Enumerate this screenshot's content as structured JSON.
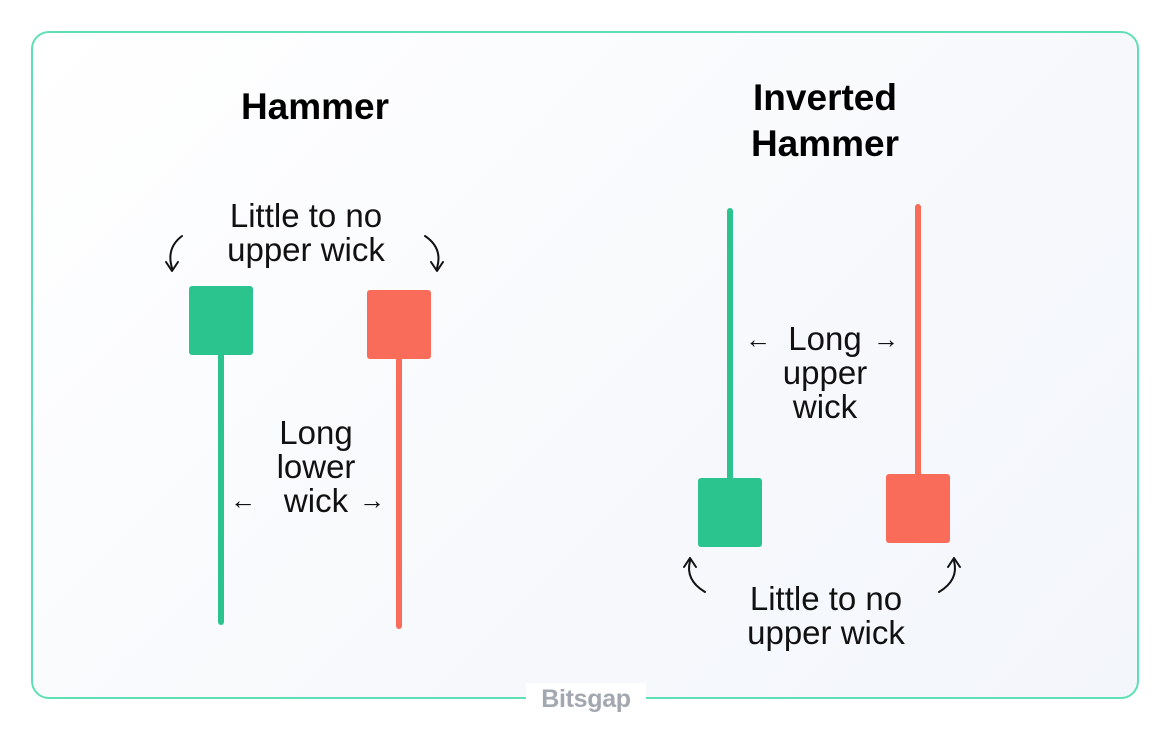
{
  "brand": "Bitsgap",
  "colors": {
    "bullish": "#2bc48e",
    "bearish": "#fa6c5a",
    "border": "#5fe0b4",
    "text": "#111111"
  },
  "hammer": {
    "title": "Hammer",
    "top_label": "Little to no\nupper wick",
    "wick_label": "Long\nlower\nwick",
    "candles": [
      "bullish",
      "bearish"
    ]
  },
  "inverted_hammer": {
    "title": "Inverted\nHammer",
    "wick_label": "Long\nupper\nwick",
    "bottom_label": "Little to no\nupper wick",
    "candles": [
      "bullish",
      "bearish"
    ]
  },
  "arrows": {
    "left": "←",
    "right": "→"
  },
  "icons": {
    "curved_arrow": "curved-arrow-icon"
  }
}
